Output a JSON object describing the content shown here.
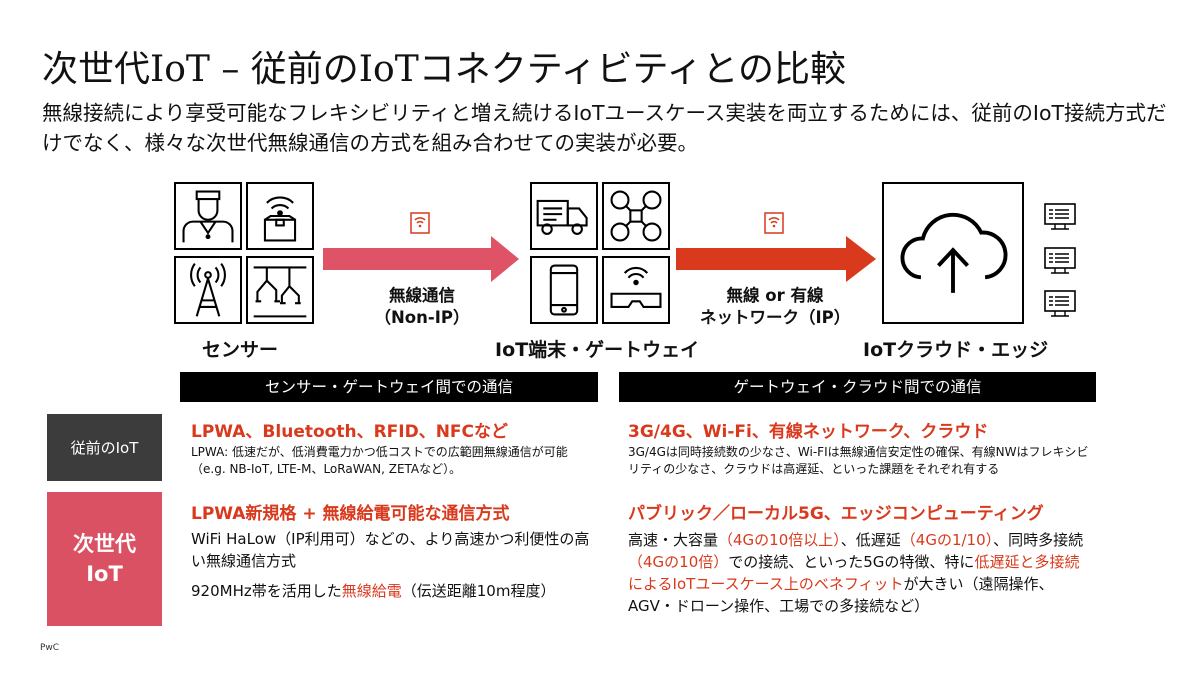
{
  "title": "次世代IoT – 従前のIoTコネクティビティとの比較",
  "subtitle": "無線接続により享受可能なフレキシビリティと増え続けるIoTユースケース実装を両立するためには、従前のIoT接続方式だけでなく、様々な次世代無線通信の方式を組み合わせての実装が必要。",
  "diagram": {
    "sensor_caption": "センサー",
    "gateway_caption": "IoT端末・ゲートウェイ",
    "cloud_caption": "IoTクラウド・エッジ",
    "link1_line1": "無線通信",
    "link1_line2": "（Non-IP）",
    "link2_line1": "無線 or 有線",
    "link2_line2": "ネットワーク（IP）",
    "colors": {
      "arrow1": "#df5366",
      "arrow2": "#d9391c",
      "badge": "#d9391c"
    },
    "icons": [
      "worker-icon",
      "wifi-box-icon",
      "signal-tower-icon",
      "robot-arms-icon",
      "truck-icon",
      "drone-icon",
      "phone-icon",
      "vr-headset-icon",
      "cloud-upload-icon",
      "monitor-icon"
    ]
  },
  "table": {
    "col1_header": "センサー・ゲートウェイ間での通信",
    "col2_header": "ゲートウェイ・クラウド間での通信",
    "row1_label": "従前のIoT",
    "row2_label_line1": "次世代",
    "row2_label_line2": "IoT",
    "colors": {
      "row1_bg": "#3c3c3c",
      "row2_bg": "#db5164",
      "accent": "#d9391c"
    },
    "r1c1_heading": "LPWA、Bluetooth、RFID、NFCなど",
    "r1c1_body": "LPWA: 低速だが、低消費電力かつ低コストでの広範囲無線通信が可能（e.g. NB-IoT, LTE-M、LoRaWAN, ZETAなど）。",
    "r1c2_heading": "3G/4G、Wi-Fi、有線ネットワーク、クラウド",
    "r1c2_body": "3G/4Gは同時接続数の少なさ、Wi-FIは無線通信安定性の確保、有線NWはフレキシビリティの少なさ、クラウドは高遅延、といった課題をそれぞれ有する",
    "r2c1_heading": "LPWA新規格 + 無線給電可能な通信方式",
    "r2c1_body1": "WiFi HaLow（IP利用可）などの、より高速かつ利便性の高い無線通信方式",
    "r2c1_body2_a": "920MHz帯を活用した",
    "r2c1_body2_hl": "無線給電",
    "r2c1_body2_b": "（伝送距離10m程度）",
    "r2c2_heading": "パブリック／ローカル5G、エッジコンピューティング",
    "r2c2_t1": "高速・大容量",
    "r2c2_h1": "（4Gの10倍以上）",
    "r2c2_t2": "、低遅延",
    "r2c2_h2": "（4Gの1/10）",
    "r2c2_t3": "、同時多接続",
    "r2c2_h3": "（4Gの10倍）",
    "r2c2_t4": "での接続、といった5Gの特徴、特に",
    "r2c2_h4": "低遅延と多接続によるIoTユースケース上のベネフィット",
    "r2c2_t5": "が大きい（遠隔操作、AGV・ドローン操作、工場での多接続など）"
  },
  "footer": "PwC"
}
